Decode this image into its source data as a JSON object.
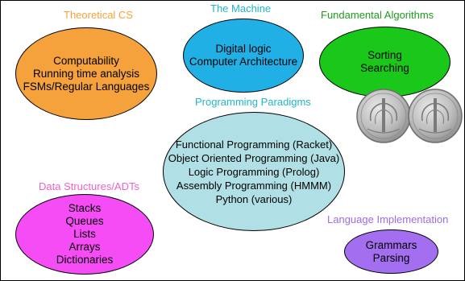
{
  "colors": {
    "label_orange": "#F7A23A",
    "label_cyan": "#21B6C9",
    "label_green": "#1C9E1C",
    "label_pink": "#F060C8",
    "label_purple": "#9C6CE6",
    "fill_orange": "#F5A23C",
    "fill_blue": "#21B0E6",
    "fill_green": "#19C819",
    "fill_teal": "#B0E0E6",
    "fill_magenta": "#F64CF6",
    "fill_purple": "#A36FF0",
    "coin": "#B8B8B8"
  },
  "areas": {
    "theoretical": {
      "label": "Theoretical CS",
      "items": [
        "Computability",
        "Running time analysis",
        "FSMs/Regular Languages"
      ]
    },
    "machine": {
      "label": "The Machine",
      "items": [
        "Digital logic",
        "Computer Architecture"
      ]
    },
    "algorithms": {
      "label": "Fundamental Algorithms",
      "items": [
        "Sorting",
        "Searching"
      ]
    },
    "paradigms": {
      "label": "Programming Paradigms",
      "items": [
        "Functional Programming (Racket)",
        "Object Oriented Programming (Java)",
        "Logic Programming (Prolog)",
        "Assembly Programming (HMMM)",
        "Python (various)"
      ]
    },
    "datastructures": {
      "label": "Data Structures/ADTs",
      "items": [
        "Stacks",
        "Queues",
        "Lists",
        "Arrays",
        "Dictionaries"
      ]
    },
    "language": {
      "label": "Language Implementation",
      "items": [
        "Grammars",
        "Parsing"
      ]
    }
  },
  "coins": {
    "count": 2,
    "icon": "dime-coin-icon"
  }
}
